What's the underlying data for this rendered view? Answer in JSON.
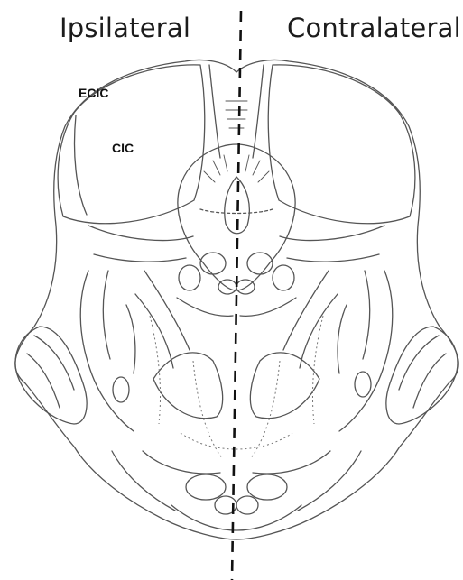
{
  "labels": {
    "ipsilateral": "Ipsilateral",
    "contralateral": "Contralateral"
  },
  "regions": {
    "ecic": "ECIC",
    "cic": "CIC"
  },
  "colors": {
    "outline": "#555555",
    "midline": "#111111"
  }
}
